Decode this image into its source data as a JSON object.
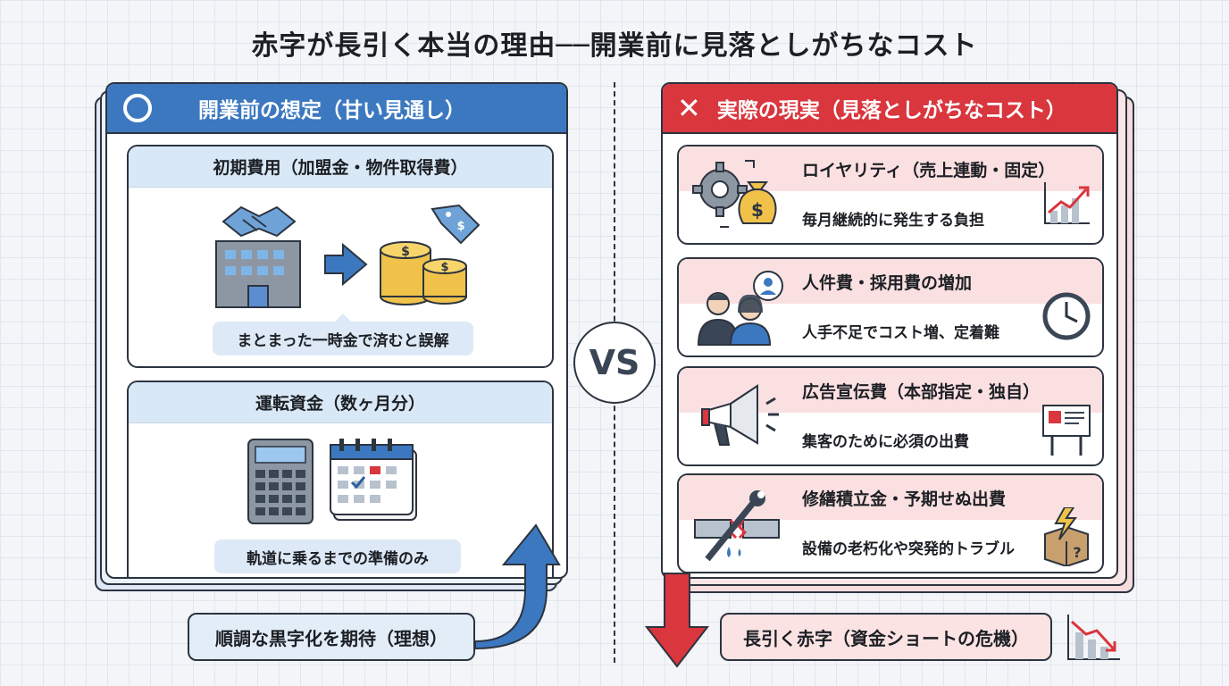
{
  "title": "赤字が長引く本当の理由──開業前に見落としがちなコスト",
  "left": {
    "header": "開業前の想定（甘い見通し）",
    "card1": {
      "title": "初期費用（加盟金・物件取得費）",
      "note": "まとまった一時金で済むと誤解"
    },
    "card2": {
      "title": "運転資金（数ヶ月分）",
      "note": "軌道に乗るまでの準備のみ"
    },
    "outcome": "順調な黒字化を期待（理想）"
  },
  "vs": "VS",
  "right": {
    "header": "実際の現実（見落としがちなコスト）",
    "items": [
      {
        "title": "ロイヤリティ（売上連動・固定）",
        "desc": "毎月継続的に発生する負担"
      },
      {
        "title": "人件費・採用費の増加",
        "desc": "人手不足でコスト増、定着難"
      },
      {
        "title": "広告宣伝費（本部指定・独自）",
        "desc": "集客のために必須の出費"
      },
      {
        "title": "修繕積立金・予期せぬ出費",
        "desc": "設備の老朽化や突発的トラブル"
      }
    ],
    "outcome": "長引く赤字（資金ショートの危機）"
  },
  "colors": {
    "blue": "#3c78c0",
    "red": "#d9363e"
  }
}
